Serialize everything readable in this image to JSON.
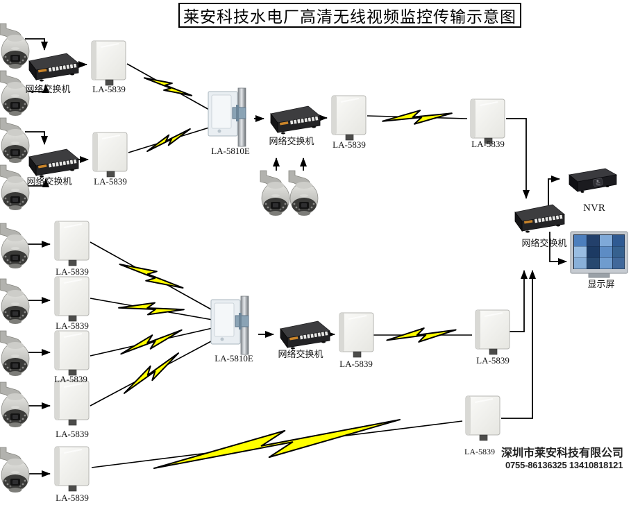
{
  "title": "莱安科技水电厂高清无线视频监控传输示意图",
  "labels": {
    "switch": "网络交换机",
    "bridge": "LA-5839",
    "base_station": "LA-5810E",
    "nvr": "NVR",
    "display": "显示屏"
  },
  "footer": {
    "company": "深圳市莱安科技有限公司",
    "phone": "0755-86136325  13410818121"
  },
  "colors": {
    "lightning": "#ffff00",
    "line": "#000000",
    "panel_body": "#f2f2ef",
    "base_panel": "#e9eef2",
    "background": "#ffffff"
  }
}
